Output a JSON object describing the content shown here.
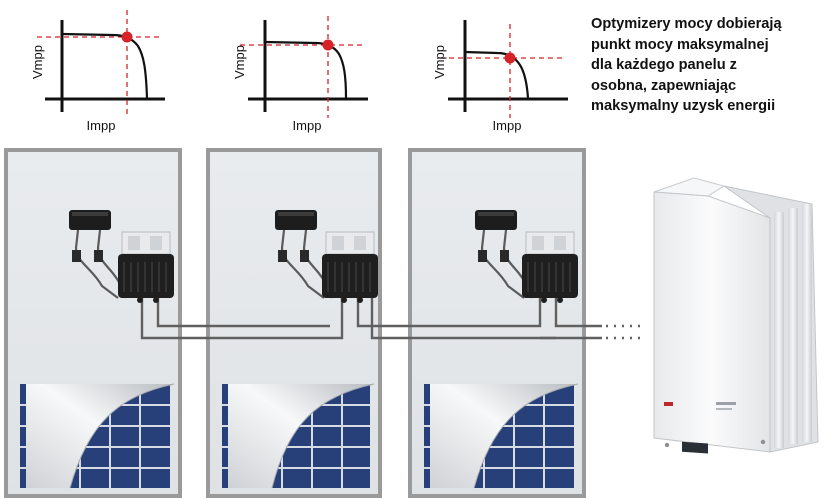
{
  "caption": {
    "lines": [
      "Optymizery mocy dobierają",
      "punkt mocy maksymalnej",
      "dla każdego panelu z",
      "osobna, zapewniając",
      "maksymalny uzysk energii"
    ]
  },
  "graphs": [
    {
      "ylabel": "Vmpp",
      "xlabel": "Impp"
    },
    {
      "ylabel": "Vmpp",
      "xlabel": "Impp"
    },
    {
      "ylabel": "Vmpp",
      "xlabel": "Impp"
    }
  ],
  "colors": {
    "mpp_point": "#d6232a",
    "guide_line": "#d6232a",
    "panel_frame": "#9a9a9a",
    "panel_face": "#e4e7ea",
    "solar_cells": "#27407a",
    "cable": "#606060",
    "inverter_body": "#f1f2f3"
  },
  "icons": {
    "optimizer": "power-optimizer-icon",
    "junction_box": "junction-box-icon",
    "inverter": "inverter-icon",
    "peeled_corner": "peeled-corner-icon"
  }
}
